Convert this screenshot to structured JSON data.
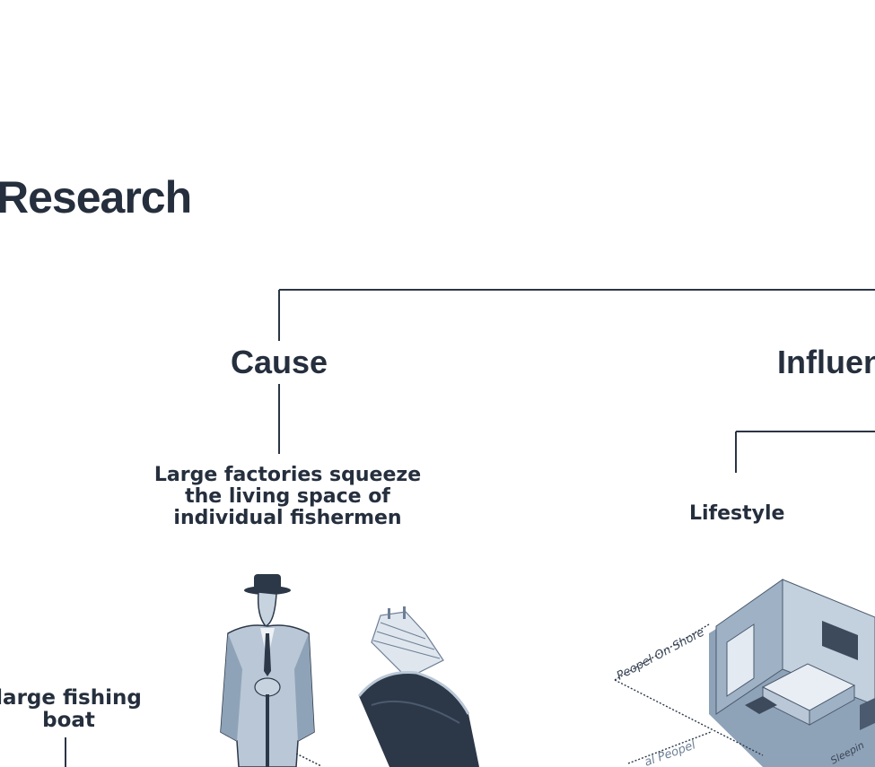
{
  "title": "Research",
  "cause": {
    "heading": "Cause",
    "description": "Large factories squeeze the living space of individual fishermen",
    "sub_item": "large fishing boat"
  },
  "influence": {
    "heading": "Influen",
    "lifestyle": "Lifestyle",
    "scene_labels": {
      "shore": "Peopel On Shore",
      "normal": "al Peopel",
      "sleeping": "Sleepin"
    }
  },
  "colors": {
    "line": "#2b3645",
    "text": "#252f3d",
    "illustration_light": "#b9c7d6",
    "illustration_mid": "#7f93aa",
    "illustration_dark": "#2c3848"
  }
}
